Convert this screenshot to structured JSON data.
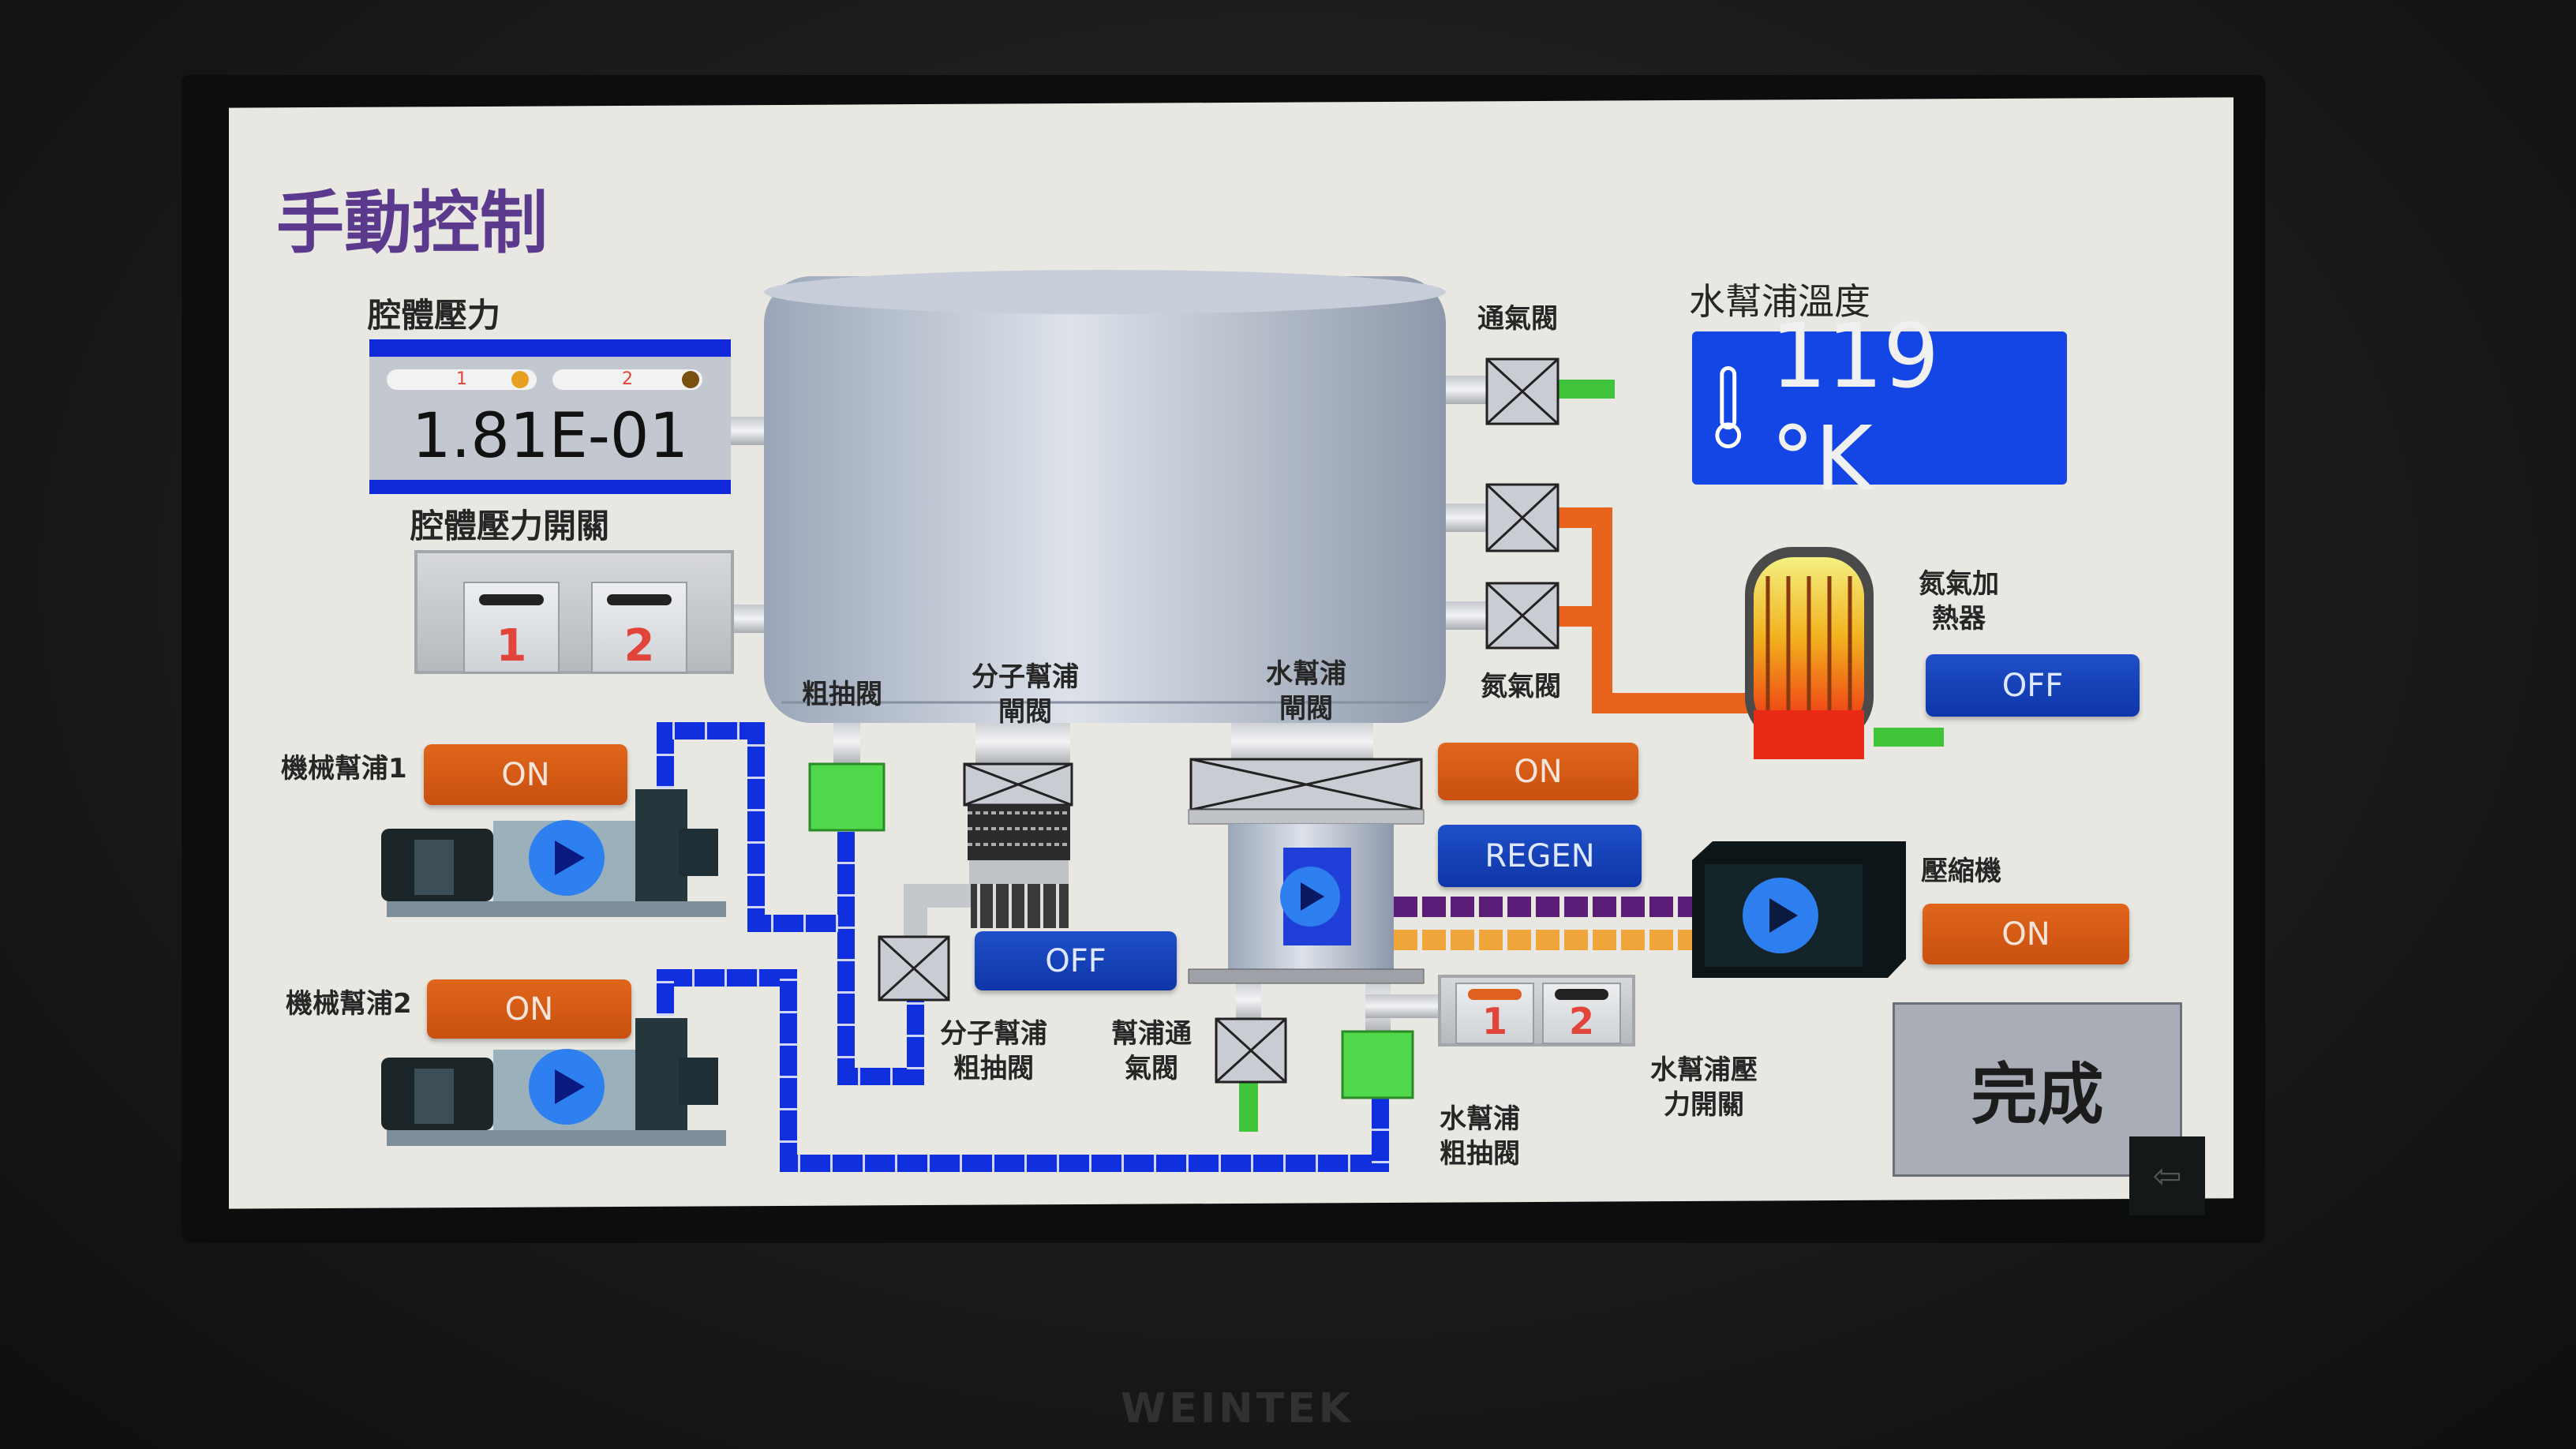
{
  "page_title": "手動控制",
  "chamber_pressure": {
    "label": "腔體壓力",
    "value": "1.81E-01",
    "gauge1": "1",
    "gauge2": "2"
  },
  "chamber_pressure_switch": {
    "label": "腔體壓力開關",
    "key1": "1",
    "key2": "2"
  },
  "cryo_temperature": {
    "label": "水幫浦溫度",
    "value": "119 °K",
    "icon": "thermometer-icon"
  },
  "valves": {
    "vent": "通氣閥",
    "nitrogen": "氮氣閥",
    "roughing": "粗抽閥",
    "turbo_gate": "分子幫浦閘閥",
    "cryo_gate": "水幫浦閘閥",
    "turbo_roughing": "分子幫浦粗抽閥",
    "pump_vent": "幫浦通氣閥",
    "cryo_roughing": "水幫浦粗抽閥"
  },
  "nitrogen_heater": {
    "label": "氮氣加熱器",
    "button": "OFF"
  },
  "cryo_pump": {
    "on_button": "ON",
    "regen_button": "REGEN"
  },
  "turbo_pump": {
    "button": "OFF"
  },
  "compressor": {
    "label": "壓縮機",
    "button": "ON"
  },
  "cryo_pressure_switch": {
    "label": "水幫浦壓力開關",
    "key1": "1",
    "key2": "2"
  },
  "mechanical_pump_1": {
    "label": "機械幫浦1",
    "button": "ON"
  },
  "mechanical_pump_2": {
    "label": "機械幫浦2",
    "button": "ON"
  },
  "done_button": "完成",
  "bezel_logo": "WEINTEK",
  "colors": {
    "on": "#d95a17",
    "off": "#1541b8",
    "pipe_vacuum": "#1030e0",
    "pipe_nitrogen": "#e8641c",
    "valve_open": "#4fd84a",
    "title": "#5b3a8e"
  }
}
